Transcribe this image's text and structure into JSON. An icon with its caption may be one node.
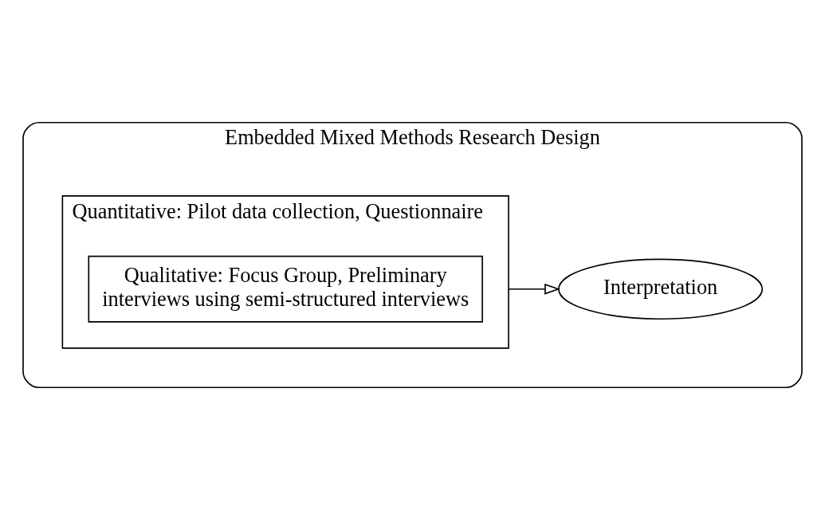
{
  "diagram": {
    "nodes": [
      {
        "text": [
          "Embedded Mixed Methods Research Design"
        ]
      },
      {
        "text": [
          "Quantitative: Pilot data collection, Questionnaire"
        ],
        "in": 0
      },
      {
        "text": [
          "Qualitative: Focus Group, Preliminary interviews using semi-structured interviews"
        ],
        "in": 1
      },
      {
        "text": [
          "Interpretation"
        ],
        "in": 0
      }
    ],
    "edges": [
      {
        "from": 1,
        "to": 3,
        "arrow": "to"
      }
    ]
  }
}
